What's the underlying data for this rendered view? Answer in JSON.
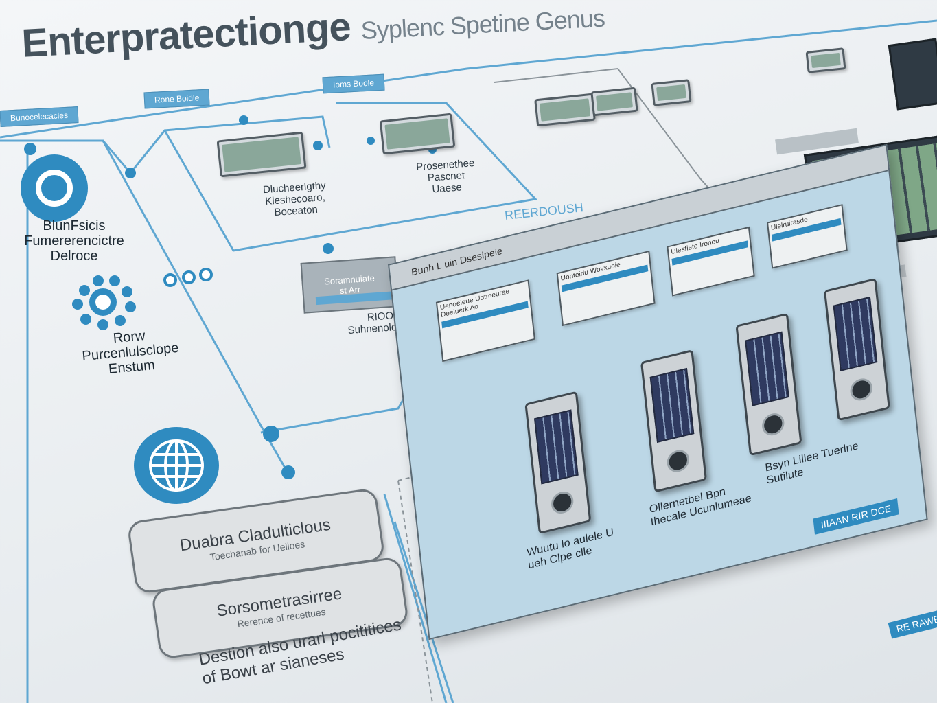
{
  "title": {
    "main": "Enterpratectionge",
    "sub": "Syplenc Spetine Genus"
  },
  "tabs": [
    {
      "label": "Bunocelecacles"
    },
    {
      "label": "Rone Boidle"
    },
    {
      "label": "Ioms Boole"
    }
  ],
  "left_items": [
    {
      "icon": "ring-icon",
      "text": "BlunFsicis Fumererencictre Delroce"
    },
    {
      "icon": "gear-cluster-icon",
      "text": "Rorw Purcenlulsclope Enstum"
    },
    {
      "icon": "globe-icon",
      "text": ""
    }
  ],
  "pills": [
    {
      "label": "Duabra Cladulticlous",
      "sub": "Toechanab for Uelioes"
    },
    {
      "label": "Sorsometrasirree",
      "sub": "Rerence of recettues"
    }
  ],
  "bottom_left_text": "Destion also urarl pocititices of Bowt ar sianeses",
  "top_devices": [
    {
      "caption": "Dlucheerlgthy Kleshecoaro, Boceaton"
    },
    {
      "caption": "Prosenethee Pascnet Uaese"
    }
  ],
  "mid_box": {
    "label": "Soramnuiate",
    "sub": "st Arr",
    "caption_title": "RIOODA",
    "caption": "Suhnenolce Tsms"
  },
  "redroush_label": "REERDOUSH",
  "panel": {
    "title": "Bunh L uin Dsesipeie",
    "screens": [
      {
        "text": "Uenoeieue Udtmeurae Deeluerk Ao"
      },
      {
        "text": "Ubnteirlu Wovxuoie"
      },
      {
        "text": "Uiesfiate Ireneu"
      },
      {
        "text": "Ulelruirasde"
      }
    ],
    "server_captions": [
      "Wuutu lo aulele U ueh Clpe clle",
      "Ollernetbel Bpn thecale Ucunlumeae",
      "Bsyn Lillee Tuerlne Sutilute"
    ],
    "footer_tag": "IIIAAN RIR DCE",
    "side_tag": "RE RAWEIA"
  },
  "colors": {
    "accent": "#2f8bc0",
    "tab": "#5fa7d2",
    "panel": "#bcd7e6"
  }
}
